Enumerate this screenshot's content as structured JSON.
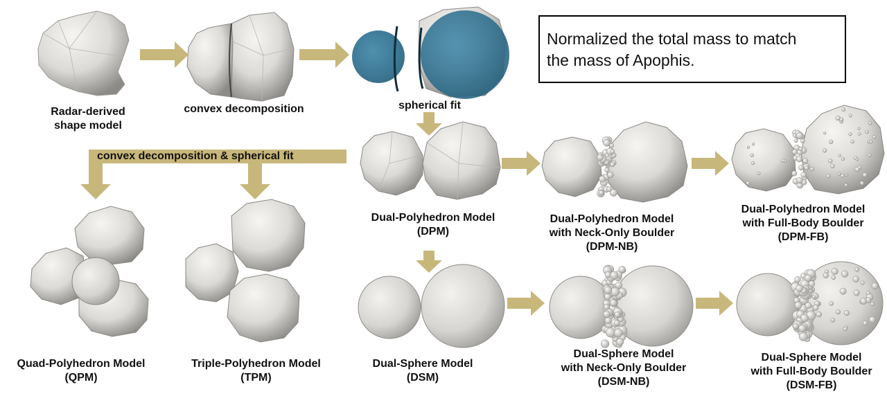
{
  "colors": {
    "arrow": "#c8b77a",
    "body": "#e4e2df",
    "fit_sphere": "#2e6f8e",
    "outline": "#000000"
  },
  "note": {
    "line1": "Normalized the total mass to match",
    "line2": "the mass of Apophis."
  },
  "labels": {
    "radar_line1": "Radar-derived",
    "radar_line2": "shape model",
    "convex": "convex decomposition",
    "spherical_fit": "spherical fit",
    "convex_spherical": "convex decomposition & spherical fit",
    "dpm_line1": "Dual-Polyhedron Model",
    "dpm_line2": "(DPM)",
    "dpm_nb_line1": "Dual-Polyhedron Model",
    "dpm_nb_line2": "with Neck-Only Boulder",
    "dpm_nb_line3": "(DPM-NB)",
    "dpm_fb_line1": "Dual-Polyhedron Model",
    "dpm_fb_line2": "with Full-Body Boulder",
    "dpm_fb_line3": "(DPM-FB)",
    "qpm_line1": "Quad-Polyhedron Model",
    "qpm_line2": "(QPM)",
    "tpm_line1": "Triple-Polyhedron Model",
    "tpm_line2": "(TPM)",
    "dsm_line1": "Dual-Sphere Model",
    "dsm_line2": "(DSM)",
    "dsm_nb_line1": "Dual-Sphere Model",
    "dsm_nb_line2": "with Neck-Only Boulder",
    "dsm_nb_line3": "(DSM-NB)",
    "dsm_fb_line1": "Dual-Sphere Model",
    "dsm_fb_line2": "with Full-Body Boulder",
    "dsm_fb_line3": "(DSM-FB)"
  }
}
